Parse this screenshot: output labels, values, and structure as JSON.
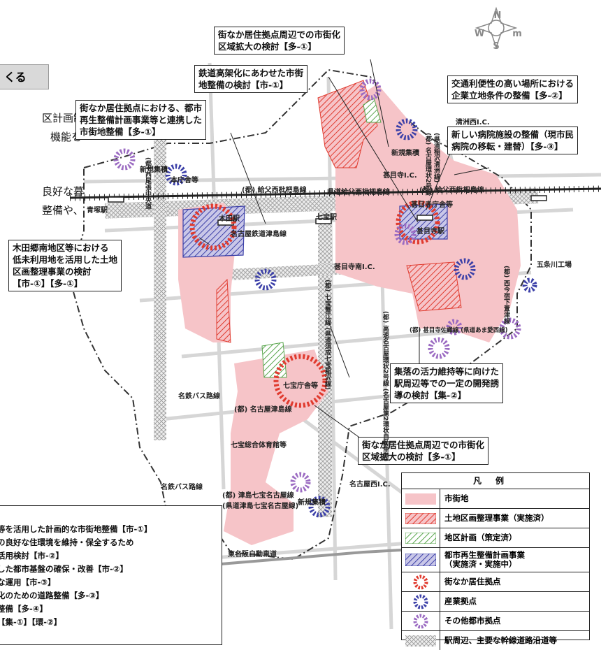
{
  "header_tab": "くる",
  "body_text": [
    "区計画制",
    "機能を",
    "良好な暮",
    "整備や、"
  ],
  "callouts": {
    "c1": "街なか居住拠点周辺での市街化\n区域拡大の検討【多-①】",
    "c2": "鉄道高架化にあわせた市街\n地整備の検討【市-①】",
    "c3": "交通利便性の高い場所における\n企業立地条件の整備【多-②】",
    "c4": "街なか居住拠点における、都市\n再生整備計画事業等と連携した\n市街地整備【多-①】",
    "c5": "新しい病院施設の整備（現市民\n病院の移転・建替）【多-③】",
    "c6": "木田郷南地区等における\n低未利用地を活用した土地\n区画整理事業の検討\n【市-①】【多-①】",
    "c7": "集落の活力維持等に向けた\n駅周辺等での一定の開発誘\n導の検討【集-②】",
    "c8": "街なか居住拠点周辺での市街化\n区域拡大の検討【多-①】"
  },
  "place_labels": {
    "kiyosu": "清洲西I.C.",
    "shinki1": "新規集積",
    "shinki2": "新規集積",
    "shinki3": "新規集積",
    "honcho": "本庁舎等",
    "aotsuka": "青塚駅",
    "kida": "木田駅",
    "shippo": "七宝駅",
    "jimokuji": "甚目寺駅",
    "meitetsu": "名古屋鉄道津島線",
    "kyufu1": "(都) 給父西枇杷島線",
    "kyufu2": "県道給父西枇杷島線",
    "kyufu3": "(都) 給父西枇杷島線",
    "jimokuji_ic": "甚目寺I.C.",
    "jimokuji_south_ic": "甚目寺南I.C.",
    "shiyakusho": "甚目寺庁舎等",
    "gojo": "五条川工場",
    "shippo_chosha": "七宝庁舎等",
    "meitetsu_bus1": "名鉄バス路線",
    "meitetsu_bus2": "名鉄バス路線",
    "nagoya_yashiki": "(都) 名古屋津島線",
    "sogo": "七宝総合体育館等",
    "nagoya_nishi_ic": "名古屋西I.C.",
    "tsushima": "(都) 津島七宝名古屋線\n(県道津島七宝名古屋線)",
    "tomei": "東名阪自動車道",
    "jimokuji_sakae": "(都) 甚目寺佐織線 (県道あま愛西線)"
  },
  "vertical_labels": {
    "v1": "(都) 西尾張中央道",
    "v2": "(都) 七宝蟹江線 (県道須成七宝稲沢線)",
    "v3": "(都) 高速名古屋環状2号線 (名古屋第2環状自動車道)",
    "v4": "(都) 西今宿下萱津線",
    "v5": "(都) 名古屋環状2号線",
    "v6": "(県道稲沢清洲線)"
  },
  "compass": {
    "n": "N",
    "e": "m",
    "s": "S",
    "w": "W"
  },
  "legend": {
    "title": "凡例",
    "items": [
      {
        "label": "市街地",
        "kind": "pink"
      },
      {
        "label": "土地区画整理事業（実施済）",
        "kind": "red-hatch"
      },
      {
        "label": "地区計画（策定済）",
        "kind": "green-hatch"
      },
      {
        "label": "都市再生整備計画事業\n（実施済・実施中）",
        "kind": "blue-hatch"
      },
      {
        "label": "街なか居住拠点",
        "kind": "red-ring"
      },
      {
        "label": "産業拠点",
        "kind": "blue-ring"
      },
      {
        "label": "その他都市拠点",
        "kind": "purple-ring"
      },
      {
        "label": "駅周辺、主要な幹線道路沿道等",
        "kind": "grey-cross"
      }
    ]
  },
  "policy_lines": [
    "等を活用した計画的な市街地整備【市-①】",
    "の良好な住環境を維持・保全するため",
    "活用検討【市-②】",
    "した都市基盤の確保・改善【市-②】",
    "な運用【市-③】",
    "化のための道路整備【多-③】",
    "整備【多-④】",
    "【集-①】【環-②】"
  ],
  "colors": {
    "urban": "#f6c4c8",
    "red": "#e03a2e",
    "green": "#5aa64e",
    "blue": "#3c40a8",
    "purple": "#9b6bc2"
  }
}
